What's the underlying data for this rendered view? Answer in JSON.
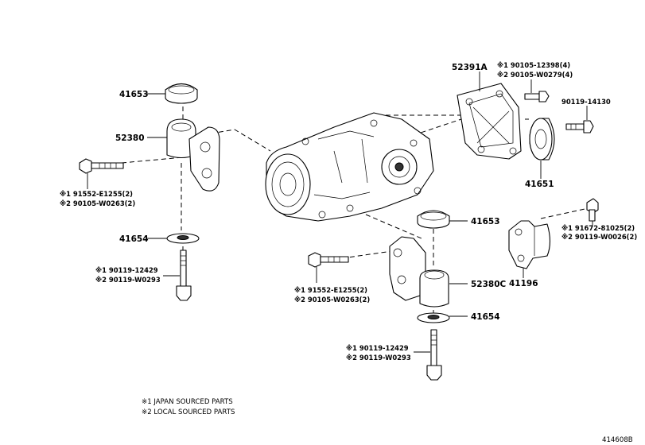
{
  "parts": {
    "cap_left": "41653",
    "mount_left": "52380",
    "bolt_left_1": "※1 91552-E1255(2)",
    "bolt_left_2": "※2 90105-W0263(2)",
    "washer_left": "41654",
    "stud_left_1": "※1 90119-12429",
    "stud_left_2": "※2 90119-W0293",
    "bracket_top": "52391A",
    "bracket_bolt_1": "※1 90105-12398(4)",
    "bracket_bolt_2": "※2 90105-W0279(4)",
    "bolt_right": "90119-14130",
    "bushing_right": "41651",
    "cap_mid": "41653",
    "bolt_rr_1": "※1 91672-81025(2)",
    "bolt_rr_2": "※2 90119-W0026(2)",
    "damper": "41196",
    "mount_mid": "52380C",
    "bolt_mid_1": "※1 91552-E1255(2)",
    "bolt_mid_2": "※2 90105-W0263(2)",
    "washer_mid": "41654",
    "stud_mid_1": "※1 90119-12429",
    "stud_mid_2": "※2 90119-W0293"
  },
  "notes": {
    "japan": "※1 JAPAN SOURCED PARTS",
    "local": "※2 LOCAL SOURCED PARTS"
  },
  "figure_id": "414608B"
}
